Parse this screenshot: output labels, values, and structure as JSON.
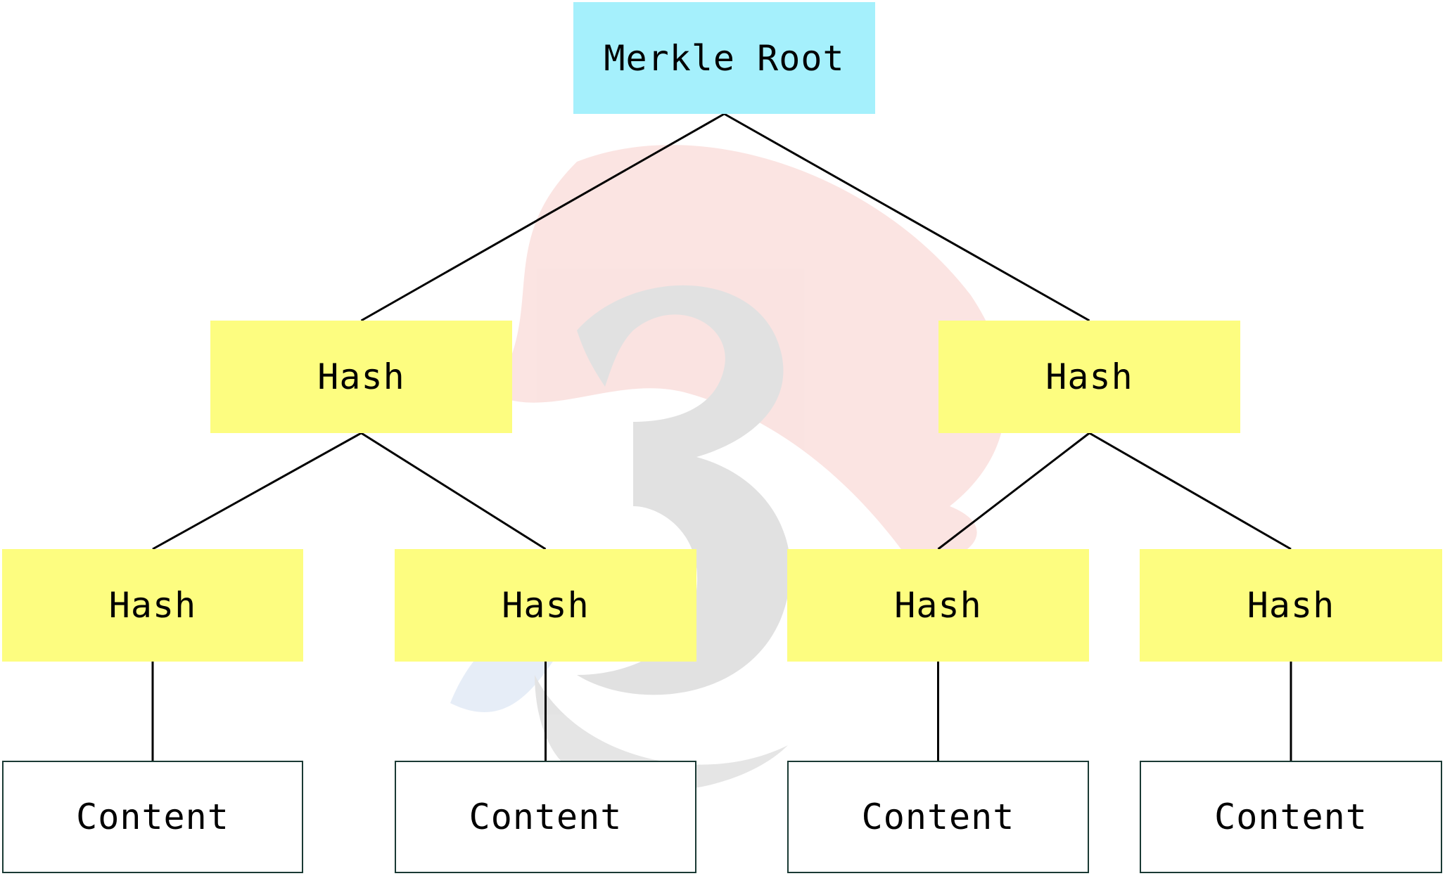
{
  "diagram": {
    "type": "merkle-tree",
    "colors": {
      "root_fill": "#a5f0fc",
      "hash_fill": "#fdfd80",
      "content_fill": "#ffffff",
      "content_border": "#1a3a34",
      "edge": "#000000"
    },
    "root": {
      "label": "Merkle Root"
    },
    "level1": [
      {
        "label": "Hash"
      },
      {
        "label": "Hash"
      }
    ],
    "level2": [
      {
        "label": "Hash",
        "parent": 0
      },
      {
        "label": "Hash",
        "parent": 0
      },
      {
        "label": "Hash",
        "parent": 1
      },
      {
        "label": "Hash",
        "parent": 1
      }
    ],
    "leaves": [
      {
        "label": "Content",
        "parent": 0
      },
      {
        "label": "Content",
        "parent": 1
      },
      {
        "label": "Content",
        "parent": 2
      },
      {
        "label": "Content",
        "parent": 3
      }
    ],
    "watermark": {
      "icon": "stylized-number-3-paint-splash-icon"
    }
  }
}
